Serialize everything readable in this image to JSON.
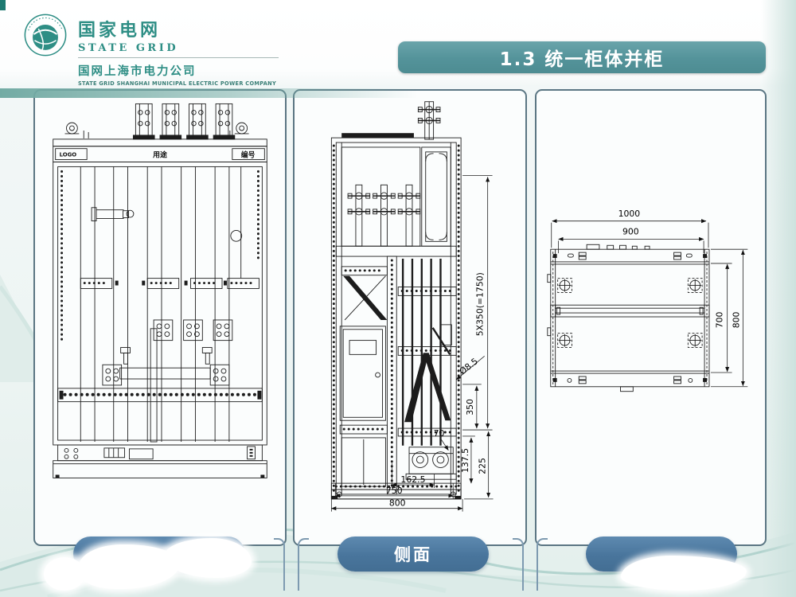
{
  "slide": {
    "title": "1.3 统一柜体并柜",
    "colors": {
      "brand_teal": "#2e8e85",
      "title_bar_teal": "#54939a",
      "caption_pill_blue": "#49759c",
      "panel_border": "#5b7683",
      "accent_band_teal": "#73aba4"
    }
  },
  "header": {
    "brand_cn": "国家电网",
    "brand_en": "STATE GRID",
    "company_cn": "国网上海市电力公司",
    "company_en": "STATE GRID SHANGHAI MUNICIPAL ELECTRIC POWER COMPANY"
  },
  "front_view": {
    "caption": "",
    "plate": {
      "logo": "LOGO",
      "usage": "用途",
      "serial": "编号"
    }
  },
  "side_view": {
    "caption": "侧面",
    "dims": {
      "pitch": "5X350(=1750)",
      "hole_dia": "Ø8.5",
      "d350": "350",
      "d70": "70",
      "d137_5": "137.5",
      "d225": "225",
      "d162_5": "162.5",
      "d750": "750",
      "d800": "800"
    }
  },
  "top_view": {
    "caption": "",
    "dims": {
      "w1000": "1000",
      "w900": "900",
      "d700": "700",
      "d800": "800"
    }
  }
}
